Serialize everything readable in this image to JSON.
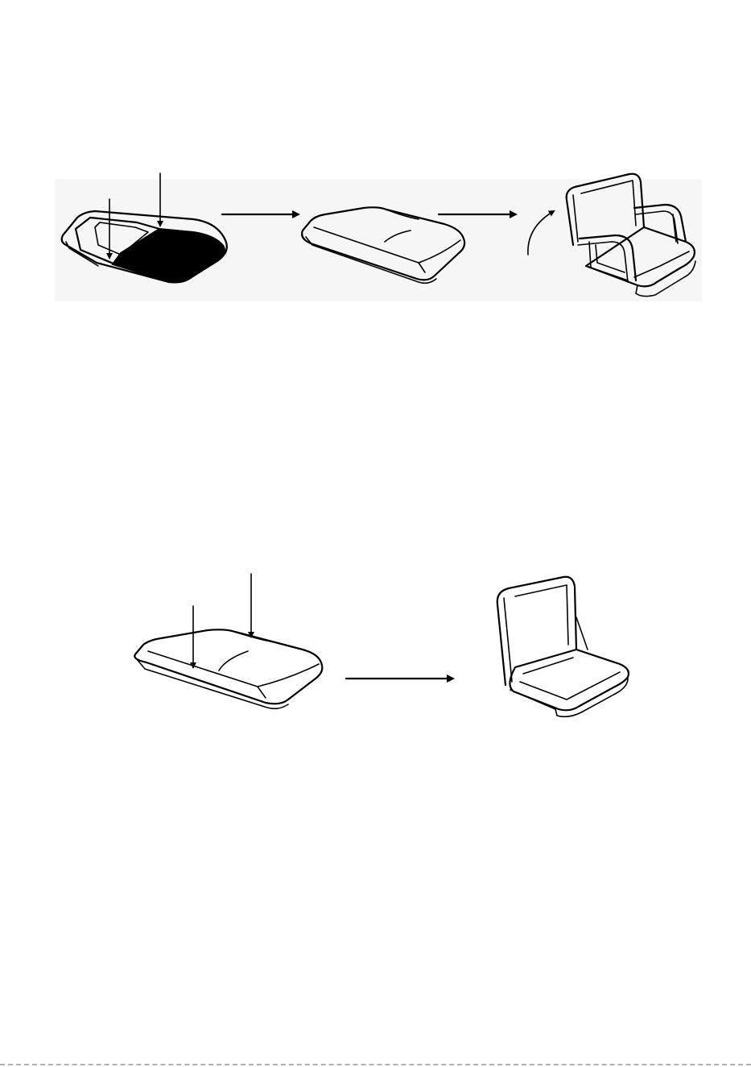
{
  "diagram": {
    "sequences": [
      {
        "steps": [
          "unfolded-mat-with-cover",
          "folded-cushion",
          "armchair"
        ],
        "arrows": 2
      },
      {
        "steps": [
          "folded-cushion",
          "backrest-seat"
        ],
        "arrows": 1
      }
    ],
    "colors": {
      "ink": "#000000",
      "panel_background": "#f6f6f6",
      "page": "#ffffff"
    }
  }
}
